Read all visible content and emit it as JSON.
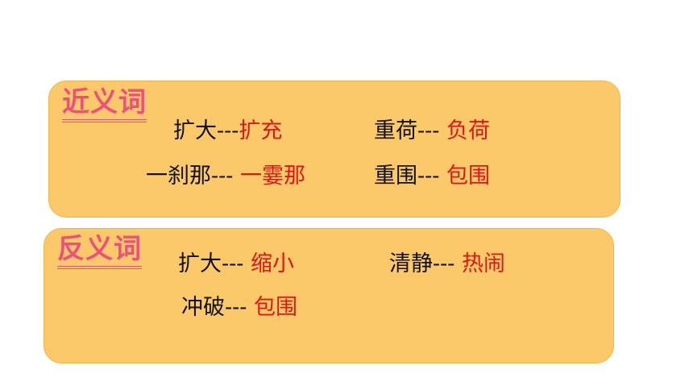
{
  "synonyms": {
    "heading": "近义词",
    "pairs": [
      {
        "word": "扩大",
        "sep": "---",
        "answer": "扩充"
      },
      {
        "word": "重荷",
        "sep": "--- ",
        "answer": "负荷"
      },
      {
        "word": "一刹那",
        "sep": "--- ",
        "answer": "一霎那"
      },
      {
        "word": "重围",
        "sep": "--- ",
        "answer": "包围"
      }
    ]
  },
  "antonyms": {
    "heading": "反义词",
    "pairs": [
      {
        "word": "扩大",
        "sep": "--- ",
        "answer": "缩小"
      },
      {
        "word": "清静",
        "sep": "--- ",
        "answer": "热闹"
      },
      {
        "word": "冲破",
        "sep": "--- ",
        "answer": "包围"
      }
    ]
  },
  "colors": {
    "panel_fill": "#fcc96a",
    "heading": "#ef4f7e",
    "answer": "#e01616",
    "text": "#111111"
  }
}
